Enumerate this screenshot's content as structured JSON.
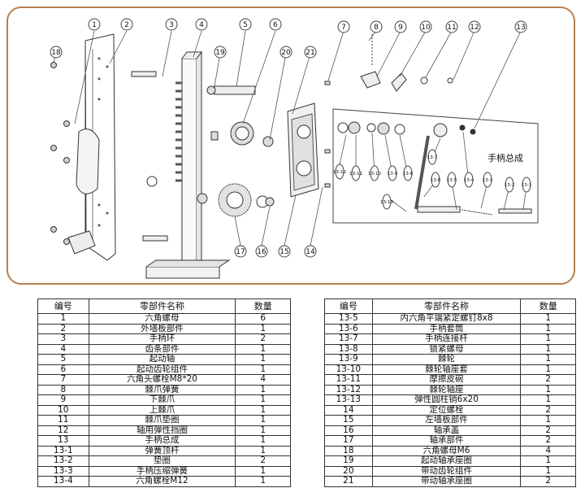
{
  "diagram": {
    "callouts": [
      "1",
      "2",
      "3",
      "4",
      "5",
      "6",
      "7",
      "8",
      "9",
      "10",
      "11",
      "12",
      "13",
      "14",
      "15",
      "16",
      "17",
      "18",
      "19",
      "20",
      "21"
    ],
    "sub_callouts": [
      "13-12",
      "13-11",
      "13-10",
      "13-9",
      "13-8",
      "13-7",
      "13-6",
      "13-5",
      "13-4",
      "13-3",
      "13-2",
      "13-1",
      "13-13"
    ],
    "assembly_label": "手柄总成",
    "frame_color": "#b5804f"
  },
  "table": {
    "headers": {
      "number": "编号",
      "name": "零部件名称",
      "quantity": "数量"
    },
    "left_rows": [
      {
        "number": "1",
        "name": "六角螺母",
        "quantity": "6"
      },
      {
        "number": "2",
        "name": "外墙板部件",
        "quantity": "1"
      },
      {
        "number": "3",
        "name": "手柄环",
        "quantity": "2"
      },
      {
        "number": "4",
        "name": "齿条部件",
        "quantity": "1"
      },
      {
        "number": "5",
        "name": "起动轴",
        "quantity": "1"
      },
      {
        "number": "6",
        "name": "起动齿轮组件",
        "quantity": "1"
      },
      {
        "number": "7",
        "name": "六角头螺栓M8*20",
        "quantity": "4"
      },
      {
        "number": "8",
        "name": "棘爪弹簧",
        "quantity": "1"
      },
      {
        "number": "9",
        "name": "下棘爪",
        "quantity": "1"
      },
      {
        "number": "10",
        "name": "上棘爪",
        "quantity": "1"
      },
      {
        "number": "11",
        "name": "棘爪垫圈",
        "quantity": "1"
      },
      {
        "number": "12",
        "name": "轴用弹性挡圈",
        "quantity": "1"
      },
      {
        "number": "13",
        "name": "手柄总成",
        "quantity": "1"
      },
      {
        "number": "13-1",
        "name": "弹簧顶杆",
        "quantity": "1"
      },
      {
        "number": "13-2",
        "name": "垫圈",
        "quantity": "2"
      },
      {
        "number": "13-3",
        "name": "手柄压缩弹簧",
        "quantity": "1"
      },
      {
        "number": "13-4",
        "name": "六角螺栓M12",
        "quantity": "1"
      }
    ],
    "right_rows": [
      {
        "number": "13-5",
        "name": "内六角平端紧定螺钉8x8",
        "quantity": "1"
      },
      {
        "number": "13-6",
        "name": "手柄套筒",
        "quantity": "1"
      },
      {
        "number": "13-7",
        "name": "手柄连接杆",
        "quantity": "1"
      },
      {
        "number": "13-8",
        "name": "锁紧螺母",
        "quantity": "1"
      },
      {
        "number": "13-9",
        "name": "棘轮",
        "quantity": "1"
      },
      {
        "number": "13-10",
        "name": "棘轮轴座套",
        "quantity": "1"
      },
      {
        "number": "13-11",
        "name": "摩擦皮碗",
        "quantity": "2"
      },
      {
        "number": "13-12",
        "name": "棘轮轴座",
        "quantity": "1"
      },
      {
        "number": "13-13",
        "name": "弹性圆柱销6x20",
        "quantity": "1"
      },
      {
        "number": "14",
        "name": "定位螺栓",
        "quantity": "2"
      },
      {
        "number": "15",
        "name": "左墙板部件",
        "quantity": "1"
      },
      {
        "number": "16",
        "name": "轴承盖",
        "quantity": "2"
      },
      {
        "number": "17",
        "name": "轴承部件",
        "quantity": "2"
      },
      {
        "number": "18",
        "name": "六角螺母M6",
        "quantity": "4"
      },
      {
        "number": "19",
        "name": "起动轴承座圈",
        "quantity": "1"
      },
      {
        "number": "20",
        "name": "带动齿轮组件",
        "quantity": "1"
      },
      {
        "number": "21",
        "name": "带动轴承座圈",
        "quantity": "2"
      }
    ]
  }
}
